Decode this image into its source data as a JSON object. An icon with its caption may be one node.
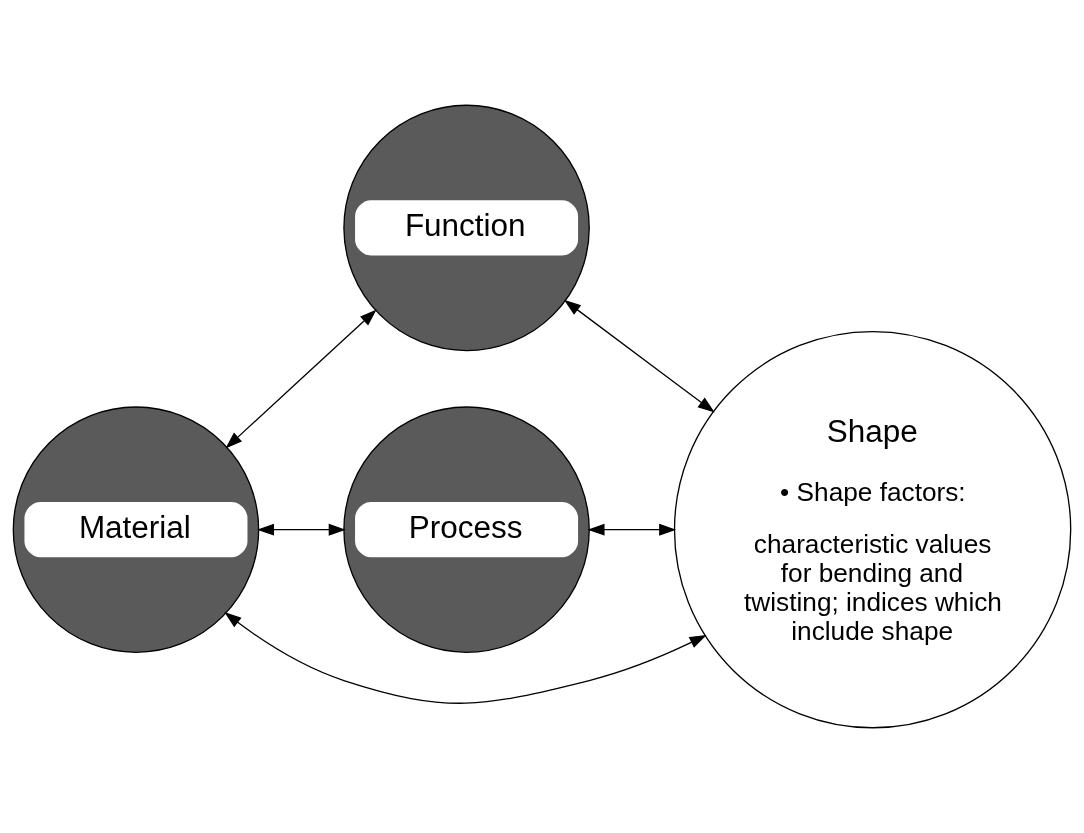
{
  "diagram": {
    "nodes": [
      {
        "text": [
          "Function"
        ]
      },
      {
        "text": [
          "Material"
        ]
      },
      {
        "text": [
          "Process"
        ]
      },
      {
        "text": [
          "Shape",
          "• Shape factors:",
          "characteristic values for bending and twisting; indices which include shape"
        ]
      }
    ],
    "edges": [
      {
        "from": 1,
        "to": 0,
        "arrow": "both"
      },
      {
        "from": 0,
        "to": 3,
        "arrow": "both"
      },
      {
        "from": 1,
        "to": 3,
        "arrow": "both"
      },
      {
        "from": 1,
        "to": 2,
        "arrow": "both"
      },
      {
        "from": 2,
        "to": 3,
        "arrow": "both"
      }
    ]
  }
}
